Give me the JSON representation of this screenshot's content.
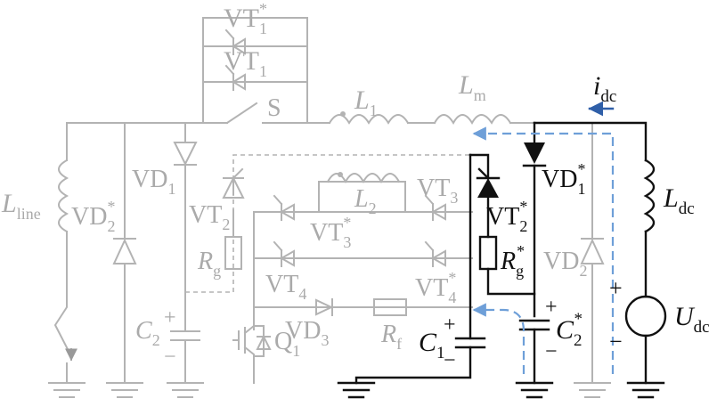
{
  "labels": {
    "vt1_star": "VT",
    "vt1": "VT",
    "switch": "S",
    "l1": "L",
    "lm": "L",
    "lm_sub": "m",
    "idc": "i",
    "idc_sub": "dc",
    "lline": "L",
    "lline_sub": "line",
    "vd2_star": "VD",
    "vd1": "VD",
    "vt2": "VT",
    "rg": "R",
    "rg_sub": "g",
    "c2": "C",
    "l2": "L",
    "vt3": "VT",
    "vt3_star": "VT",
    "vt4": "VT",
    "vt4_star": "VT",
    "vd3": "VD",
    "rf": "R",
    "rf_sub": "f",
    "q1": "Q",
    "c1": "C",
    "vt2_star": "VT",
    "rg_star": "R",
    "rg_star_sub": "g",
    "vd1_star": "VD",
    "vd2": "VD",
    "c2_star": "C",
    "ldc": "L",
    "ldc_sub": "dc",
    "udc": "U",
    "udc_sub": "dc",
    "one": "1",
    "two": "2",
    "three": "3",
    "four": "4",
    "star": "*",
    "plus": "+",
    "minus": "−"
  },
  "colors": {
    "background": "#ffffff",
    "inactive": "#b3b3b3",
    "active": "#111111",
    "current_path": "#6e9fd8",
    "current_arrow": "#2f5fa8"
  }
}
